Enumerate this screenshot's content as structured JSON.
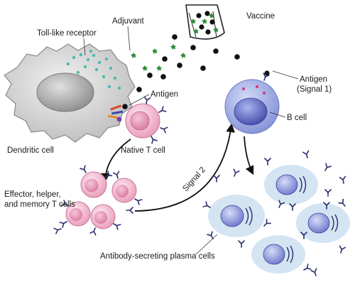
{
  "labels": {
    "adjuvant": "Adjuvant",
    "vaccine": "Vaccine",
    "toll_like_receptor": "Toll-like receptor",
    "antigen_left": "Antigen",
    "antigen_right": "Antigen",
    "signal_1": "(Signal 1)",
    "b_cell": "B cell",
    "dendritic_cell": "Dendritic cell",
    "native_t_cell": "Native T cell",
    "effector_line1": "Effector, helper,",
    "effector_line2": "and memory T cells",
    "signal_2": "Signal 2",
    "plasma_cells": "Antibody-secreting plasma cells"
  },
  "colors": {
    "dendritic_fill": "#dcdcdc",
    "nucleus_gray": "#a9a9a9",
    "t_cell_pink": "#f0b8cf",
    "t_cell_nucleus": "#e48fb1",
    "b_cell_blue": "#a9b5e8",
    "b_cell_nucleus": "#5460c0",
    "plasma_halo": "#d4e4f2",
    "antibody": "#2a2f6e",
    "adjuvant_green": "#2f8a3a",
    "tlr_teal": "#4fb8b0",
    "antigen_black": "#111111"
  }
}
